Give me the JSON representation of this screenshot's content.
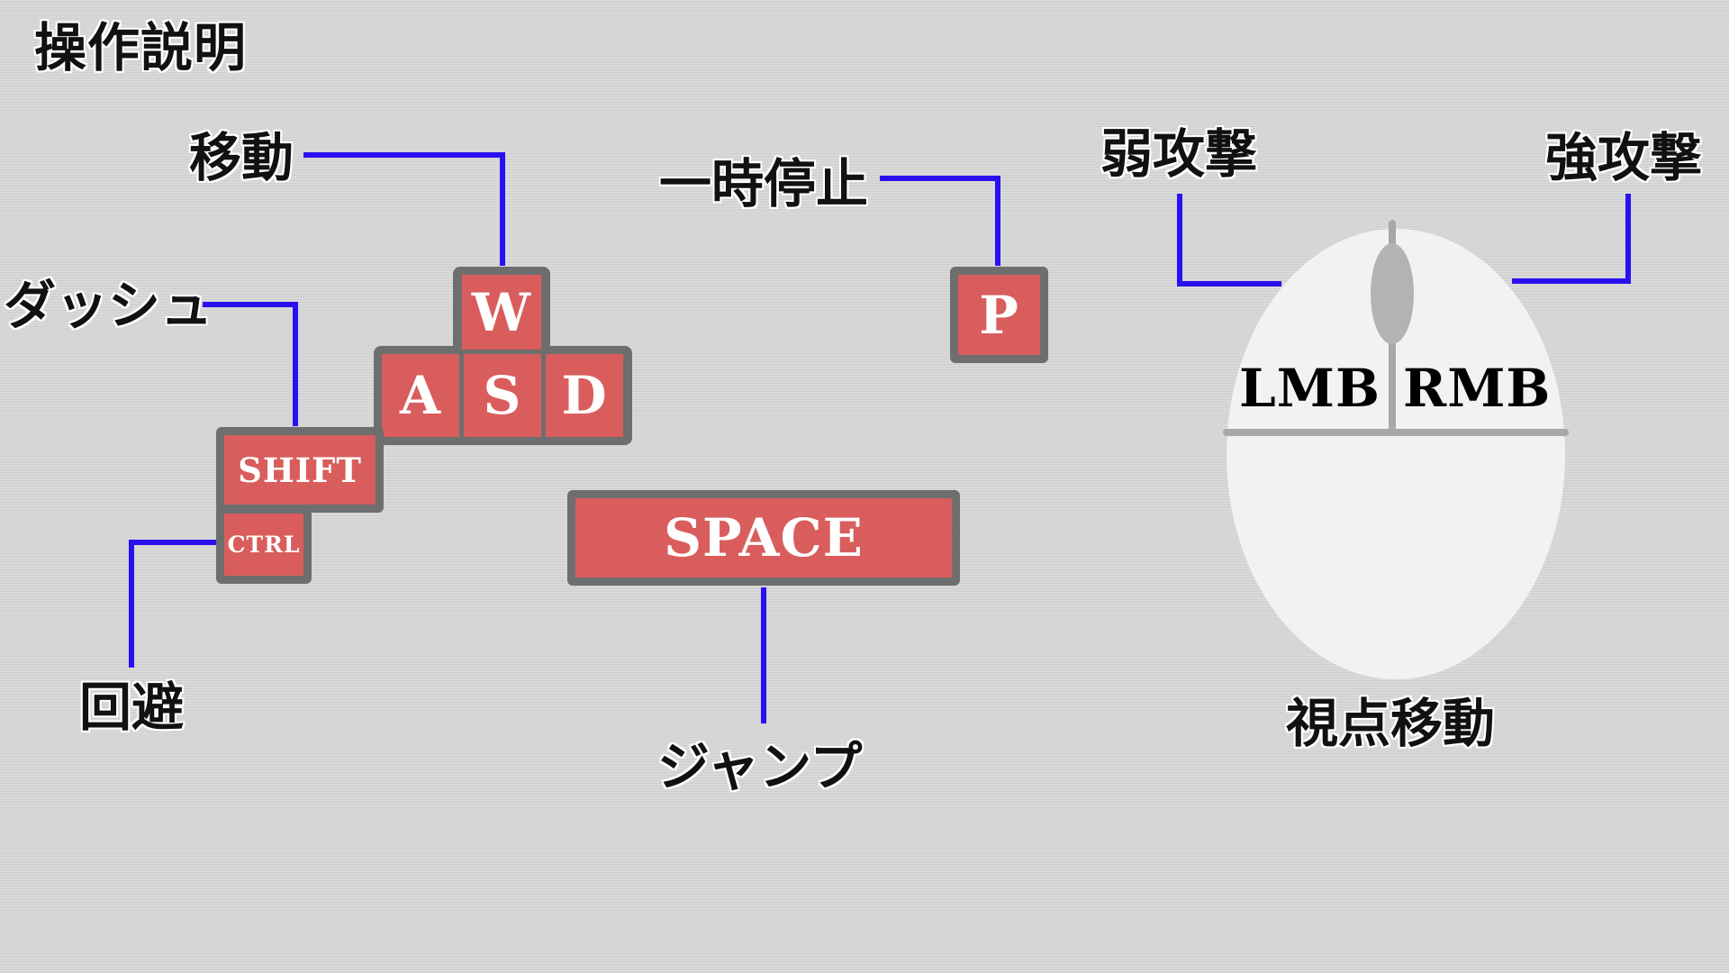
{
  "title": "操作説明",
  "actions": {
    "move": "移動",
    "pause": "一時停止",
    "dash": "ダッシュ",
    "dodge": "回避",
    "jump": "ジャンプ",
    "weak_attack": "弱攻撃",
    "strong_attack": "強攻撃",
    "look": "視点移動"
  },
  "keys": {
    "w": "W",
    "a": "A",
    "s": "S",
    "d": "D",
    "p": "P",
    "shift": "SHIFT",
    "ctrl": "CTRL",
    "space": "SPACE"
  },
  "mouse": {
    "left": "LMB",
    "right": "RMB"
  },
  "colors": {
    "key_fill": "#d95d5d",
    "key_border": "#6e6e6e",
    "connector": "#2a10f0",
    "mouse_body": "#f2f2f2"
  }
}
